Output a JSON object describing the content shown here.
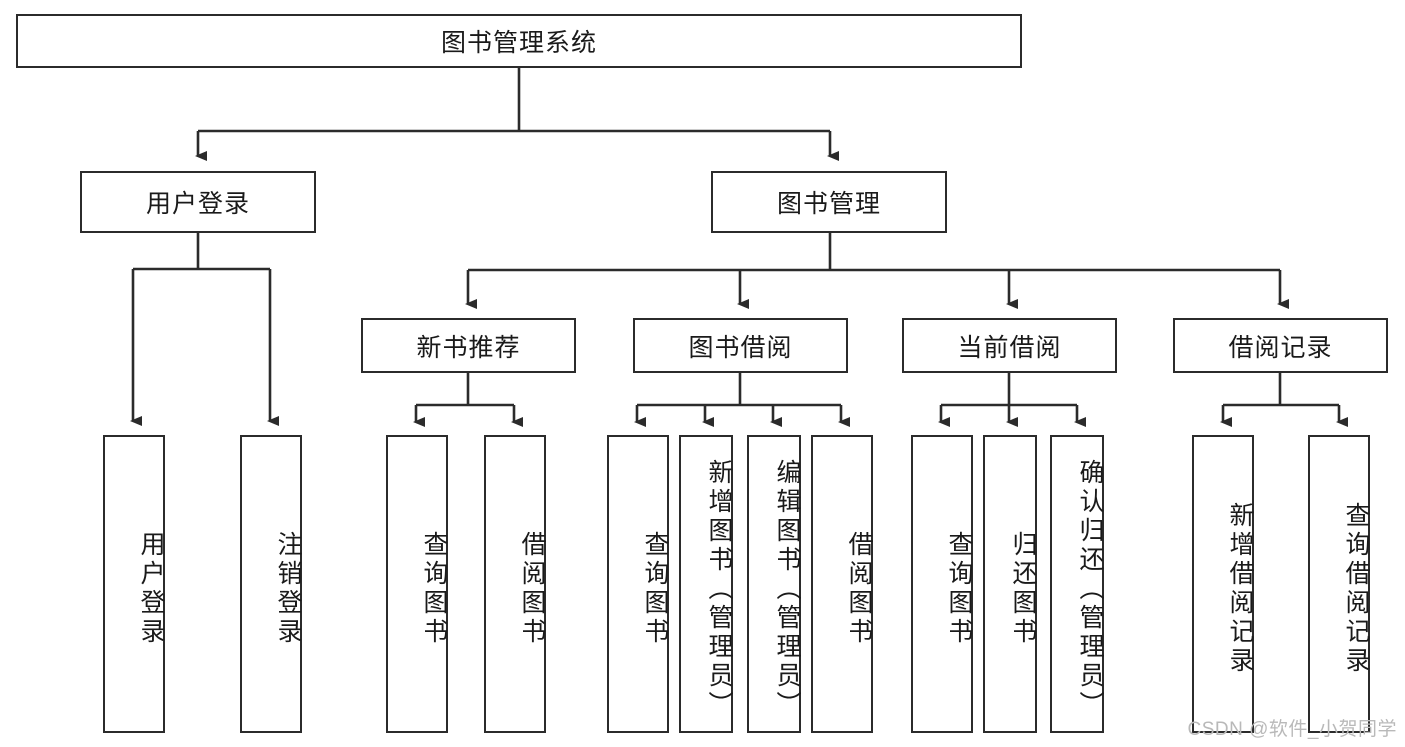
{
  "diagram": {
    "title": "图书管理系统",
    "type": "tree-hierarchy",
    "root": {
      "id": "root",
      "label": "图书管理系统"
    },
    "level1": [
      {
        "id": "user-login",
        "label": "用户登录"
      },
      {
        "id": "book-manage",
        "label": "图书管理"
      }
    ],
    "level2": [
      {
        "id": "new-book-recommend",
        "label": "新书推荐",
        "parent": "book-manage"
      },
      {
        "id": "book-borrow",
        "label": "图书借阅",
        "parent": "book-manage"
      },
      {
        "id": "current-borrow",
        "label": "当前借阅",
        "parent": "book-manage"
      },
      {
        "id": "borrow-record",
        "label": "借阅记录",
        "parent": "book-manage"
      }
    ],
    "leaves": [
      {
        "id": "leaf-user-login",
        "label": "用户登录",
        "parent": "user-login"
      },
      {
        "id": "leaf-user-logout",
        "label": "注销登录",
        "parent": "user-login"
      },
      {
        "id": "leaf-query-book-1",
        "label": "查询图书",
        "parent": "new-book-recommend"
      },
      {
        "id": "leaf-borrow-book-1",
        "label": "借阅图书",
        "parent": "new-book-recommend"
      },
      {
        "id": "leaf-query-book-2",
        "label": "查询图书",
        "parent": "book-borrow"
      },
      {
        "id": "leaf-add-book",
        "label": "新增图书（管理员）",
        "parent": "book-borrow"
      },
      {
        "id": "leaf-edit-book",
        "label": "编辑图书（管理员）",
        "parent": "book-borrow"
      },
      {
        "id": "leaf-borrow-book-2",
        "label": "借阅图书",
        "parent": "book-borrow"
      },
      {
        "id": "leaf-query-book-3",
        "label": "查询图书",
        "parent": "current-borrow"
      },
      {
        "id": "leaf-return-book",
        "label": "归还图书",
        "parent": "current-borrow"
      },
      {
        "id": "leaf-confirm-return",
        "label": "确认归还（管理员）",
        "parent": "current-borrow"
      },
      {
        "id": "leaf-add-record",
        "label": "新增借阅记录",
        "parent": "borrow-record"
      },
      {
        "id": "leaf-query-record",
        "label": "查询借阅记录",
        "parent": "borrow-record"
      }
    ],
    "watermark": "CSDN @软件_小贺同学",
    "colors": {
      "stroke": "#2b2b2b",
      "fill": "#ffffff",
      "text": "#1a1a1a",
      "watermark": "#b9b9b9"
    }
  }
}
